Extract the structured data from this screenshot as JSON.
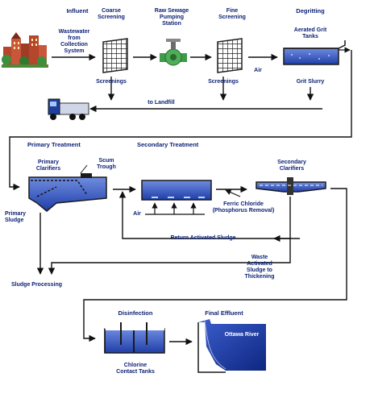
{
  "labels": {
    "influent": "Influent",
    "coarse_screening": "Coarse\nScreening",
    "raw_sewage_pumping": "Raw Sewage\nPumping\nStation",
    "fine_screening": "Fine\nScreening",
    "degritting": "Degritting",
    "wastewater_source": "Wastewater\nfrom\nCollection\nSystem",
    "aerated_grit_tanks": "Aerated Grit\nTanks",
    "air_grit": "Air",
    "screenings_coarse": "Screenings",
    "screenings_fine": "Screenings",
    "grit_slurry": "Grit Slurry",
    "to_landfill": "to Landfill",
    "primary_treatment": "Primary Treatment",
    "secondary_treatment": "Secondary Treatment",
    "primary_clarifiers": "Primary\nClarifiers",
    "scum_trough": "Scum\nTrough",
    "secondary_clarifiers": "Secondary\nClarifiers",
    "ferric_chloride": "Ferric Chloride\n(Phosphorus Removal)",
    "air_aeration": "Air",
    "primary_sludge": "Primary\nSludge",
    "return_activated_sludge": "Return Activated Sludge",
    "waste_activated_sludge": "Waste\nActivated\nSludge to\nThickening",
    "sludge_processing": "Sludge Processing",
    "disinfection": "Disinfection",
    "final_effluent": "Final Effluent",
    "chlorine_contact_tanks": "Chlorine\nContact Tanks",
    "ottawa_river": "Ottawa River"
  },
  "colors": {
    "label_text": "#0b1f74",
    "flow_line": "#111111",
    "water": "#2f52c8",
    "tank_outline": "#1a1a1a",
    "pump_green": "#3f9a4a",
    "truck_blue": "#1d3f9e",
    "city_red": "#b5452b",
    "city_green": "#3c8f3c"
  },
  "icons": {
    "city": "city-buildings-icon",
    "screen": "grid-screen-icon",
    "pump": "valve-pump-icon",
    "truck": "dump-truck-icon"
  }
}
